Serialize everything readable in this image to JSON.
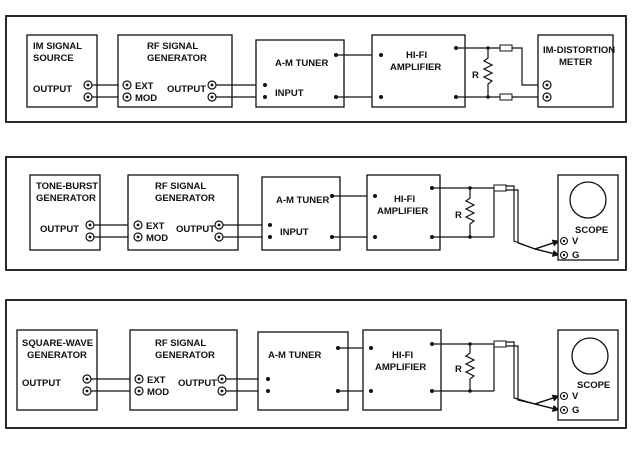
{
  "diagrams": [
    {
      "source_block": {
        "title": [
          "IM SIGNAL",
          "SOURCE"
        ],
        "port": "OUTPUT"
      },
      "rf_generator": {
        "title": [
          "RF SIGNAL",
          "GENERATOR"
        ],
        "in_ports": [
          "EXT",
          "MOD"
        ],
        "out_port": "OUTPUT"
      },
      "tuner": {
        "title": [
          "A-M TUNER"
        ],
        "port": "INPUT"
      },
      "amplifier": {
        "title": [
          "HI-FI",
          "AMPLIFIER"
        ]
      },
      "load": "R",
      "instrument": {
        "title": [
          "IM-DISTORTION",
          "METER"
        ]
      }
    },
    {
      "source_block": {
        "title": [
          "TONE-BURST",
          "GENERATOR"
        ],
        "port": "OUTPUT"
      },
      "rf_generator": {
        "title": [
          "RF SIGNAL",
          "GENERATOR"
        ],
        "in_ports": [
          "EXT",
          "MOD"
        ],
        "out_port": "OUTPUT"
      },
      "tuner": {
        "title": [
          "A-M TUNER"
        ],
        "port": "INPUT"
      },
      "amplifier": {
        "title": [
          "HI-FI",
          "AMPLIFIER"
        ]
      },
      "load": "R",
      "instrument": {
        "title": [
          "SCOPE"
        ],
        "ports": [
          "V",
          "G"
        ]
      }
    },
    {
      "source_block": {
        "title": [
          "SQUARE-WAVE",
          "GENERATOR"
        ],
        "port": "OUTPUT"
      },
      "rf_generator": {
        "title": [
          "RF SIGNAL",
          "GENERATOR"
        ],
        "in_ports": [
          "EXT",
          "MOD"
        ],
        "out_port": "OUTPUT"
      },
      "tuner": {
        "title": [
          "A-M TUNER"
        ]
      },
      "amplifier": {
        "title": [
          "HI-FI",
          "AMPLIFIER"
        ]
      },
      "load": "R",
      "instrument": {
        "title": [
          "SCOPE"
        ],
        "ports": [
          "V",
          "G"
        ]
      }
    }
  ]
}
